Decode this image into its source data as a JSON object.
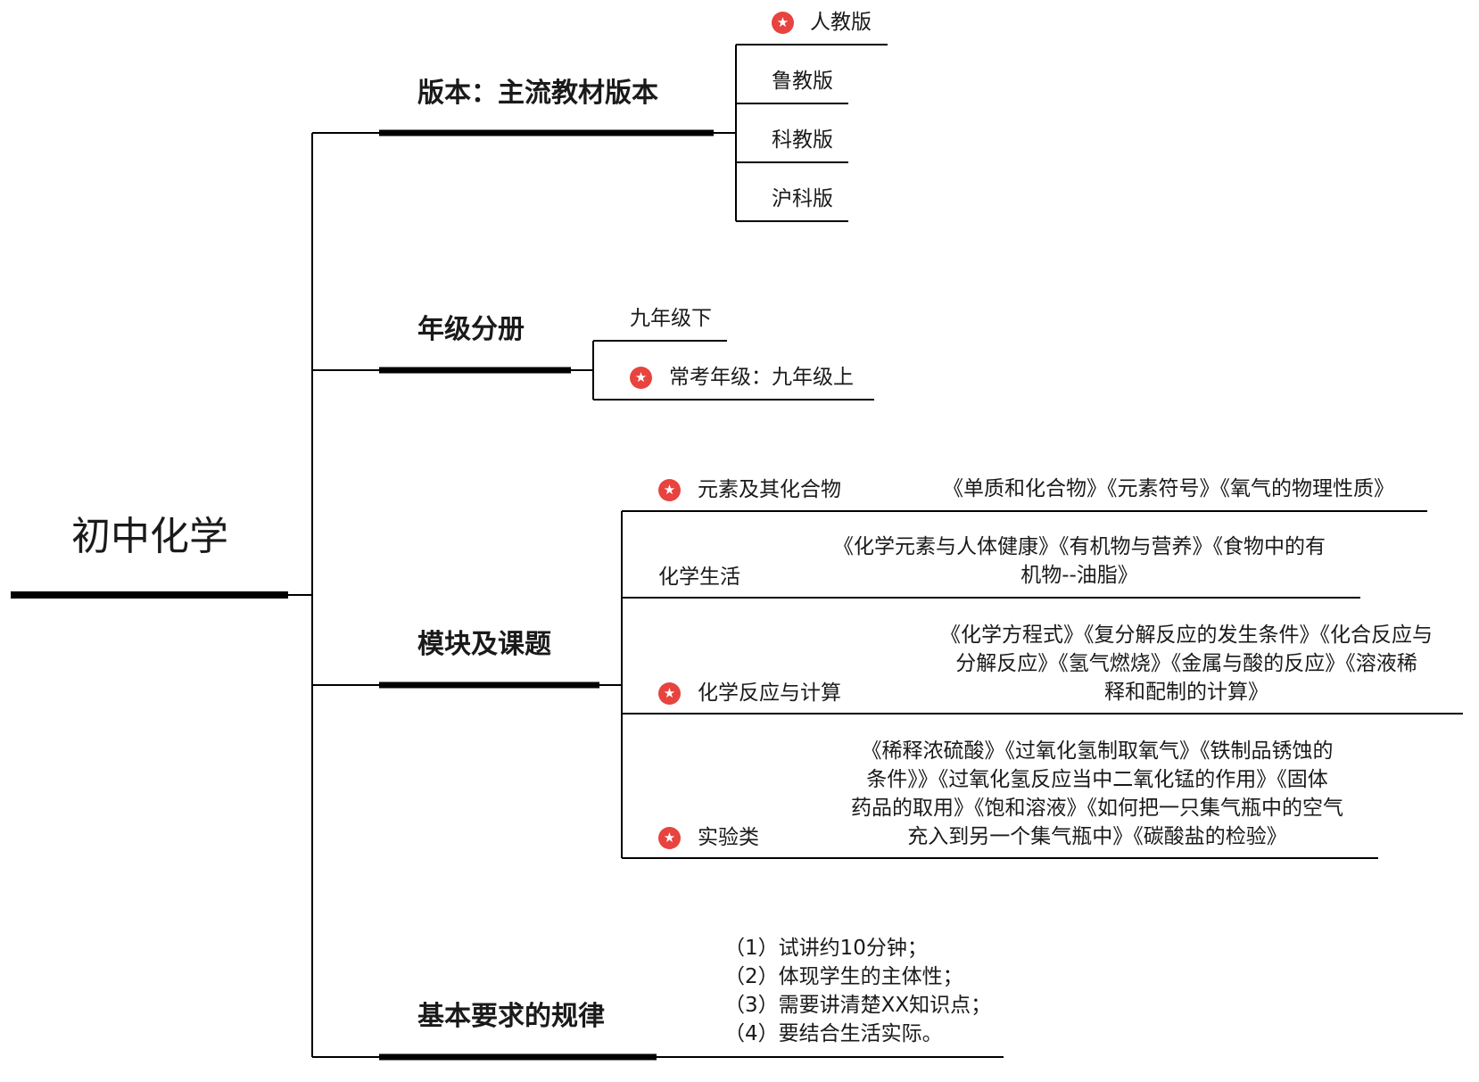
{
  "root": {
    "title": "初中化学"
  },
  "branches": {
    "edition": {
      "title": "版本：主流教材版本",
      "items": [
        {
          "label": "人教版",
          "starred": true
        },
        {
          "label": "鲁教版",
          "starred": false
        },
        {
          "label": "科教版",
          "starred": false
        },
        {
          "label": "沪科版",
          "starred": false
        }
      ]
    },
    "grade": {
      "title": "年级分册",
      "items": [
        {
          "label": "九年级下",
          "starred": false
        },
        {
          "label": "常考年级：九年级上",
          "starred": true
        }
      ]
    },
    "modules": {
      "title": "模块及课题",
      "items": [
        {
          "label": "元素及其化合物",
          "starred": true,
          "topics": [
            "《单质和化合物》《元素符号》《氧气的物理性质》"
          ]
        },
        {
          "label": "化学生活",
          "starred": false,
          "topics": [
            "《化学元素与人体健康》《有机物与营养》《食物中的有",
            "机物--油脂》"
          ]
        },
        {
          "label": "化学反应与计算",
          "starred": true,
          "topics": [
            "《化学方程式》《复分解反应的发生条件》《化合反应与",
            "分解反应》《氢气燃烧》《金属与酸的反应》《溶液稀",
            "释和配制的计算》"
          ]
        },
        {
          "label": "实验类",
          "starred": true,
          "topics": [
            "《稀释浓硫酸》《过氧化氢制取氧气》《铁制品锈蚀的",
            "条件》》《过氧化氢反应当中二氧化锰的作用》《固体",
            "药品的取用》《饱和溶液》《如何把一只集气瓶中的空气",
            "充入到另一个集气瓶中》《碳酸盐的检验》"
          ]
        }
      ]
    },
    "requirements": {
      "title": "基本要求的规律",
      "items": [
        "（1）试讲约10分钟；",
        "（2）体现学生的主体性；",
        "（3）需要讲清楚XX知识点；",
        "（4）要结合生活实际。"
      ]
    }
  },
  "icons": {
    "marker": "star-icon",
    "marker_color": "#e8433e"
  }
}
